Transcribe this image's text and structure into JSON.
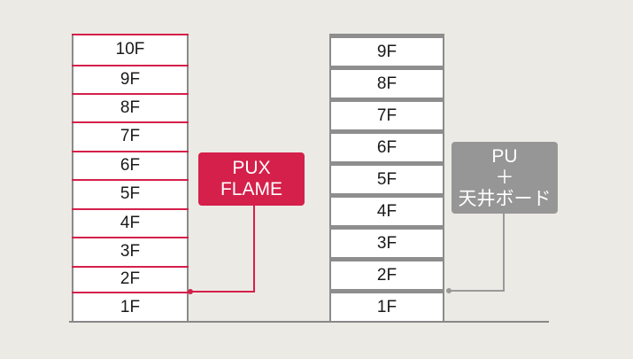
{
  "left_building": {
    "floors": [
      "10F",
      "9F",
      "8F",
      "7F",
      "6F",
      "5F",
      "4F",
      "3F",
      "2F",
      "1F"
    ],
    "callout_lines": [
      "PUX",
      "FLAME"
    ]
  },
  "right_building": {
    "floors": [
      "9F",
      "8F",
      "7F",
      "6F",
      "5F",
      "4F",
      "3F",
      "2F",
      "1F"
    ],
    "callout_lines": [
      "PU",
      "＋",
      "天井ボード"
    ]
  },
  "colors": {
    "red": "#d4204a",
    "gray": "#969696",
    "background": "#eceae5"
  }
}
